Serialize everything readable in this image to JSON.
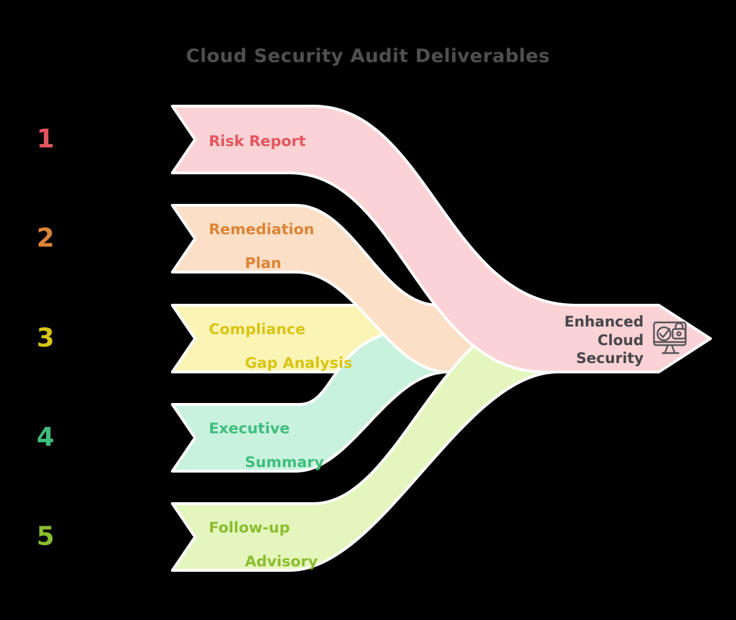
{
  "title": {
    "text": "Cloud Security Audit Deliverables",
    "color": "#4f4f4f"
  },
  "background_color": "#000000",
  "outline_color": "#ffffff",
  "items": [
    {
      "number": "1",
      "label_line1": "Risk Report",
      "label_line2": "",
      "fill": "#fbd2d5",
      "text_color": "#e4555e"
    },
    {
      "number": "2",
      "label_line1": "Remediation",
      "label_line2": "Plan",
      "fill": "#fcdfc7",
      "text_color": "#dd8435"
    },
    {
      "number": "3",
      "label_line1": "Compliance",
      "label_line2": "Gap Analysis",
      "fill": "#faf4b5",
      "text_color": "#d8c414"
    },
    {
      "number": "4",
      "label_line1": "Executive",
      "label_line2": "Summary",
      "fill": "#c9f2de",
      "text_color": "#3fbe7e"
    },
    {
      "number": "5",
      "label_line1": "Follow-up",
      "label_line2": "Advisory",
      "fill": "#e4f6bd",
      "text_color": "#8bbd2e"
    }
  ],
  "result": {
    "line1": "Enhanced",
    "line2": "Cloud",
    "line3": "Security",
    "fill": "#fbd2d5",
    "text_color": "#47474b",
    "icon": "secure-monitor-icon",
    "icon_color": "#55555a"
  }
}
